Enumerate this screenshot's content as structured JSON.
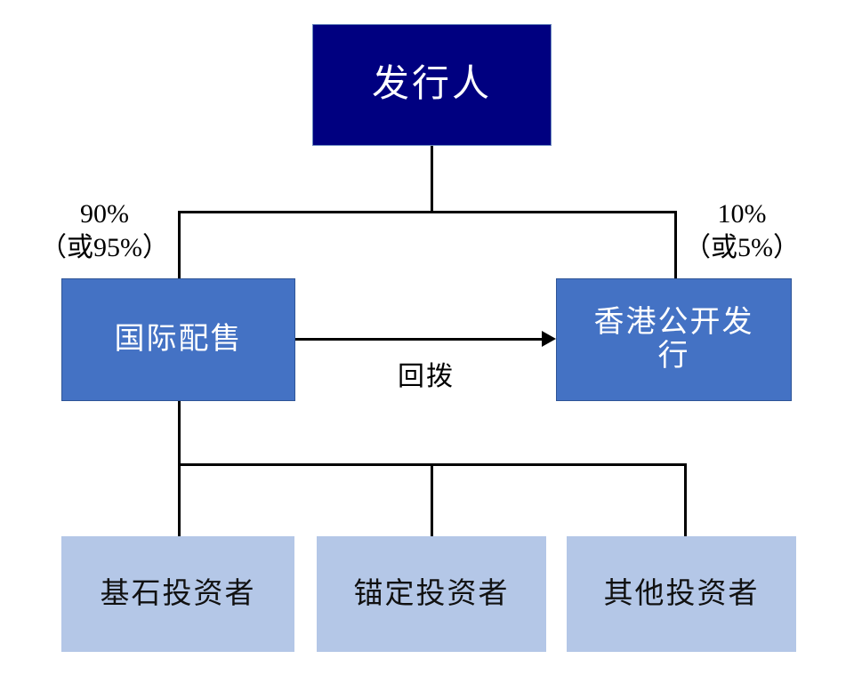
{
  "diagram": {
    "title_node": {
      "label": "发行人"
    },
    "tranches": [
      {
        "id": "international",
        "label": "国际配售"
      },
      {
        "id": "hk-public",
        "label": "香港公开发行"
      }
    ],
    "allocation_labels": {
      "left": {
        "primary": "90%",
        "alternate": "（或95%）"
      },
      "right": {
        "primary": "10%",
        "alternate": "（或5%）"
      }
    },
    "clawback_label": "回拨",
    "investors": [
      {
        "id": "cornerstone",
        "label": "基石投资者"
      },
      {
        "id": "anchor",
        "label": "锚定投资者"
      },
      {
        "id": "other",
        "label": "其他投资者"
      }
    ],
    "colors": {
      "issuer_fill": "#000080",
      "tranche_fill": "#4472C4",
      "investor_fill": "#B4C7E7",
      "line": "#000000",
      "issuer_text": "#FFFFFF",
      "tranche_text": "#FFFFFF",
      "investor_text": "#111111"
    }
  }
}
